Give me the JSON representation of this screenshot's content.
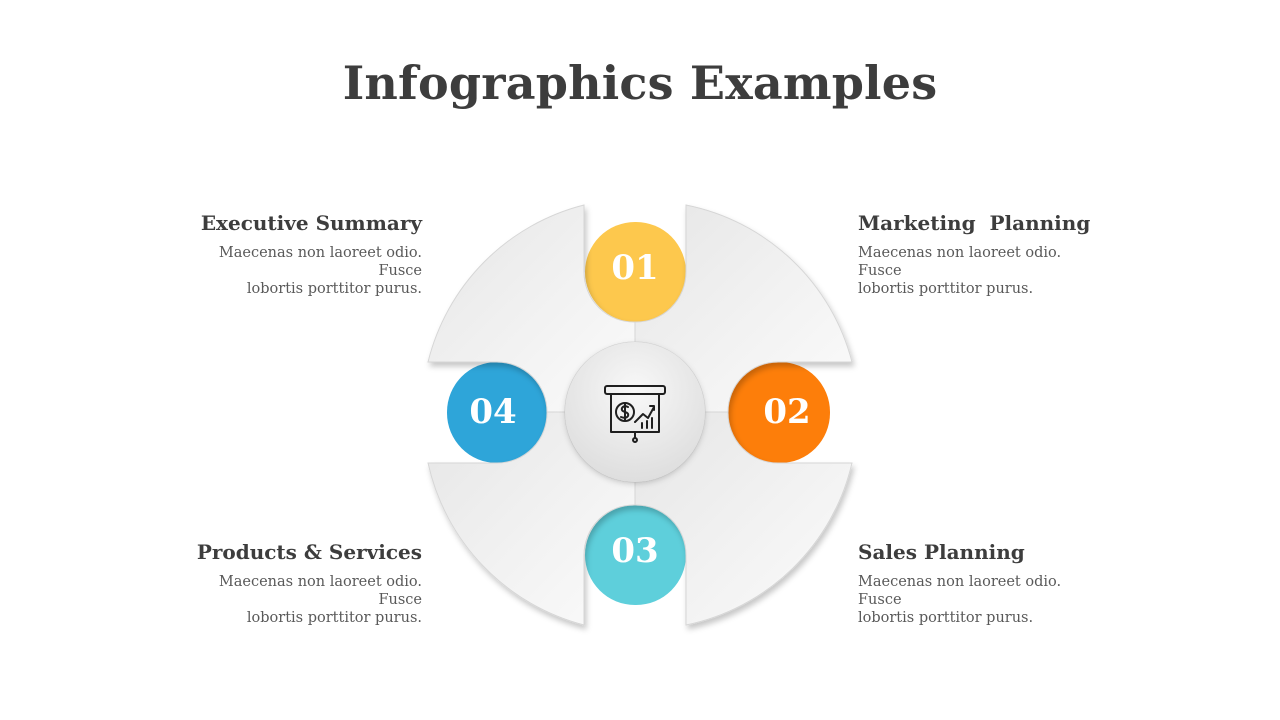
{
  "title": "Infographics Examples",
  "center_icon": "presentation-money-growth-icon",
  "items": [
    {
      "number": "01",
      "heading": "Marketing  Planning",
      "text_line1": "Maecenas non laoreet odio. Fusce",
      "text_line2": "lobortis porttitor purus.",
      "color": "#fdc84d"
    },
    {
      "number": "02",
      "heading": "Sales Planning",
      "text_line1": "Maecenas non laoreet odio. Fusce",
      "text_line2": "lobortis porttitor purus.",
      "color": "#fd7e0a"
    },
    {
      "number": "03",
      "heading": "Products & Services",
      "text_line1": "Maecenas non laoreet odio. Fusce",
      "text_line2": "lobortis porttitor purus.",
      "color": "#5ecfdb"
    },
    {
      "number": "04",
      "heading": "Executive Summary",
      "text_line1": "Maecenas non laoreet odio. Fusce",
      "text_line2": "lobortis porttitor purus.",
      "color": "#2ea5d9"
    }
  ]
}
